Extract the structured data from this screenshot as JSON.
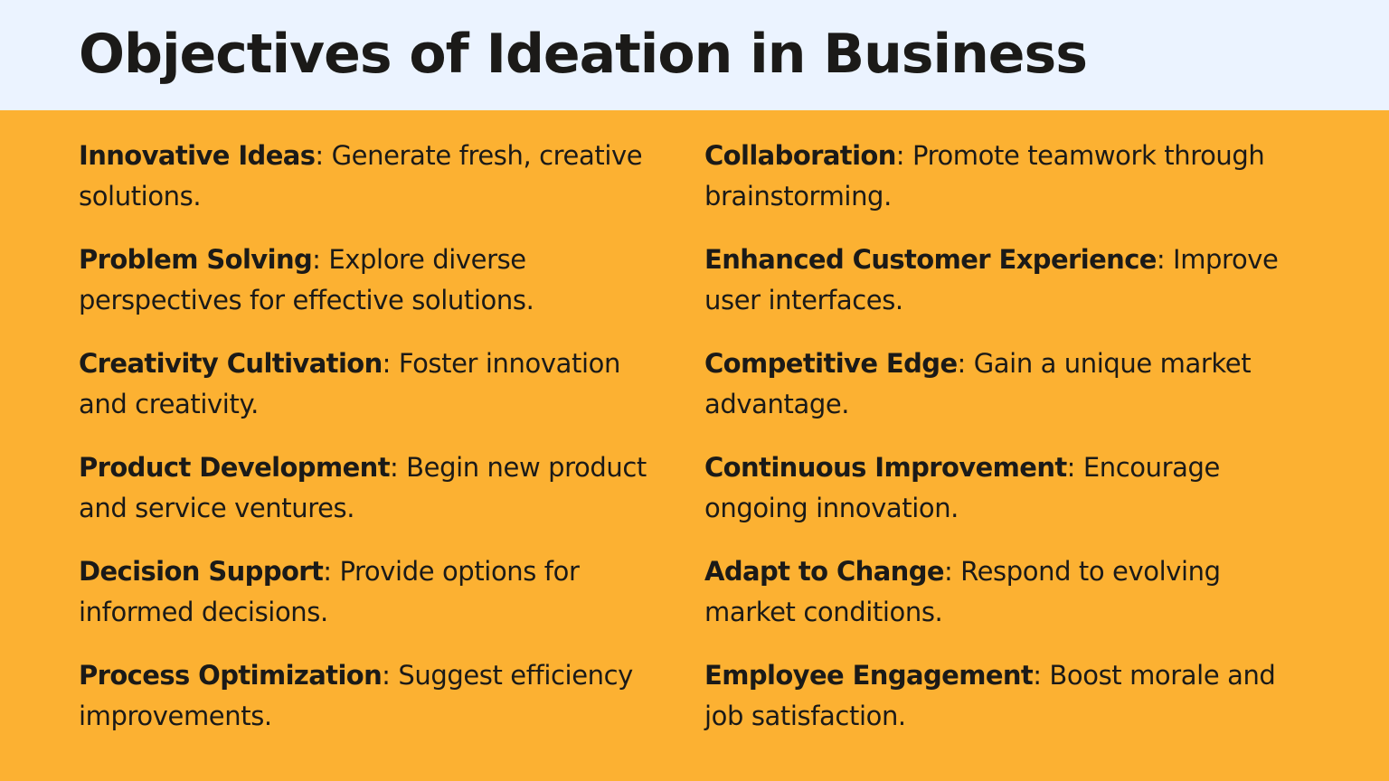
{
  "header": {
    "title": "Objectives of Ideation in Business"
  },
  "colors": {
    "header_background": "#EBF3FF",
    "body_background": "#FCB132",
    "text": "#1B1A18"
  },
  "columns": {
    "left": [
      {
        "term": "Innovative Ideas",
        "desc": ": Generate fresh, creative solutions."
      },
      {
        "term": "Problem Solving",
        "desc": ": Explore diverse perspectives for effective solutions."
      },
      {
        "term": "Creativity Cultivation",
        "desc": ": Foster innovation and creativity."
      },
      {
        "term": "Product Development",
        "desc": ": Begin new product and service ventures."
      },
      {
        "term": "Decision Support",
        "desc": ": Provide options for informed decisions."
      },
      {
        "term": "Process Optimization",
        "desc": ": Suggest efficiency improvements."
      }
    ],
    "right": [
      {
        "term": "Collaboration",
        "desc": ": Promote teamwork through brainstorming."
      },
      {
        "term": "Enhanced Customer Experience",
        "desc": ": Improve user interfaces."
      },
      {
        "term": "Competitive Edge",
        "desc": ": Gain a unique market advantage."
      },
      {
        "term": "Continuous Improvement",
        "desc": ": Encourage ongoing innovation."
      },
      {
        "term": "Adapt to Change",
        "desc": ": Respond to evolving market conditions."
      },
      {
        "term": "Employee Engagement",
        "desc": ": Boost morale and job satisfaction."
      }
    ]
  }
}
